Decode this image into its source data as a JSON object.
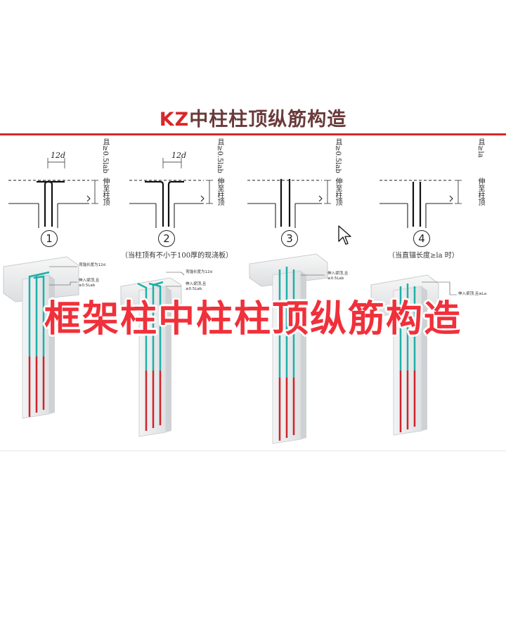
{
  "title": {
    "prefix": "KZ",
    "main": "中柱柱顶纵筋构造"
  },
  "accent_color": "#d9262a",
  "details": [
    {
      "number": "1",
      "dim": "12d",
      "label_upper": "且≥0.5lab",
      "label_lower": "伸至柱顶",
      "note": ""
    },
    {
      "number": "2",
      "dim": "12d",
      "label_upper": "且≥0.5lab",
      "label_lower": "伸至柱顶",
      "note": "（当柱顶有不小于100厚的现浇板）"
    },
    {
      "number": "3",
      "dim": "",
      "label_upper": "且≥0.5lab",
      "label_lower": "伸至柱顶",
      "note": ""
    },
    {
      "number": "4",
      "dim": "",
      "label_upper": "且≥la",
      "label_lower": "伸至柱顶",
      "note": "（当直锚长度≥la 时）"
    }
  ],
  "render_labels": [
    {
      "line1": "弯锚长度为12d",
      "line2": ""
    },
    {
      "line1": "伸入梁顶,且",
      "line2": "≥0.5Lab"
    },
    {
      "line1": "弯锚长度为12d",
      "line2": ""
    },
    {
      "line1": "伸入梁顶,且",
      "line2": "≥0.5Lab"
    },
    {
      "line1": "伸入梁顶,且",
      "line2": "≥0.5Lab"
    },
    {
      "line1": "伸入梁顶,且≥La",
      "line2": ""
    }
  ],
  "overlay_caption": "框架柱中柱柱顶纵筋构造",
  "colors": {
    "rebar_top": "#1fb0a8",
    "rebar_bottom": "#d0232a",
    "concrete": "#e6e8ea"
  },
  "icons": [
    "mouse-cursor-icon"
  ]
}
